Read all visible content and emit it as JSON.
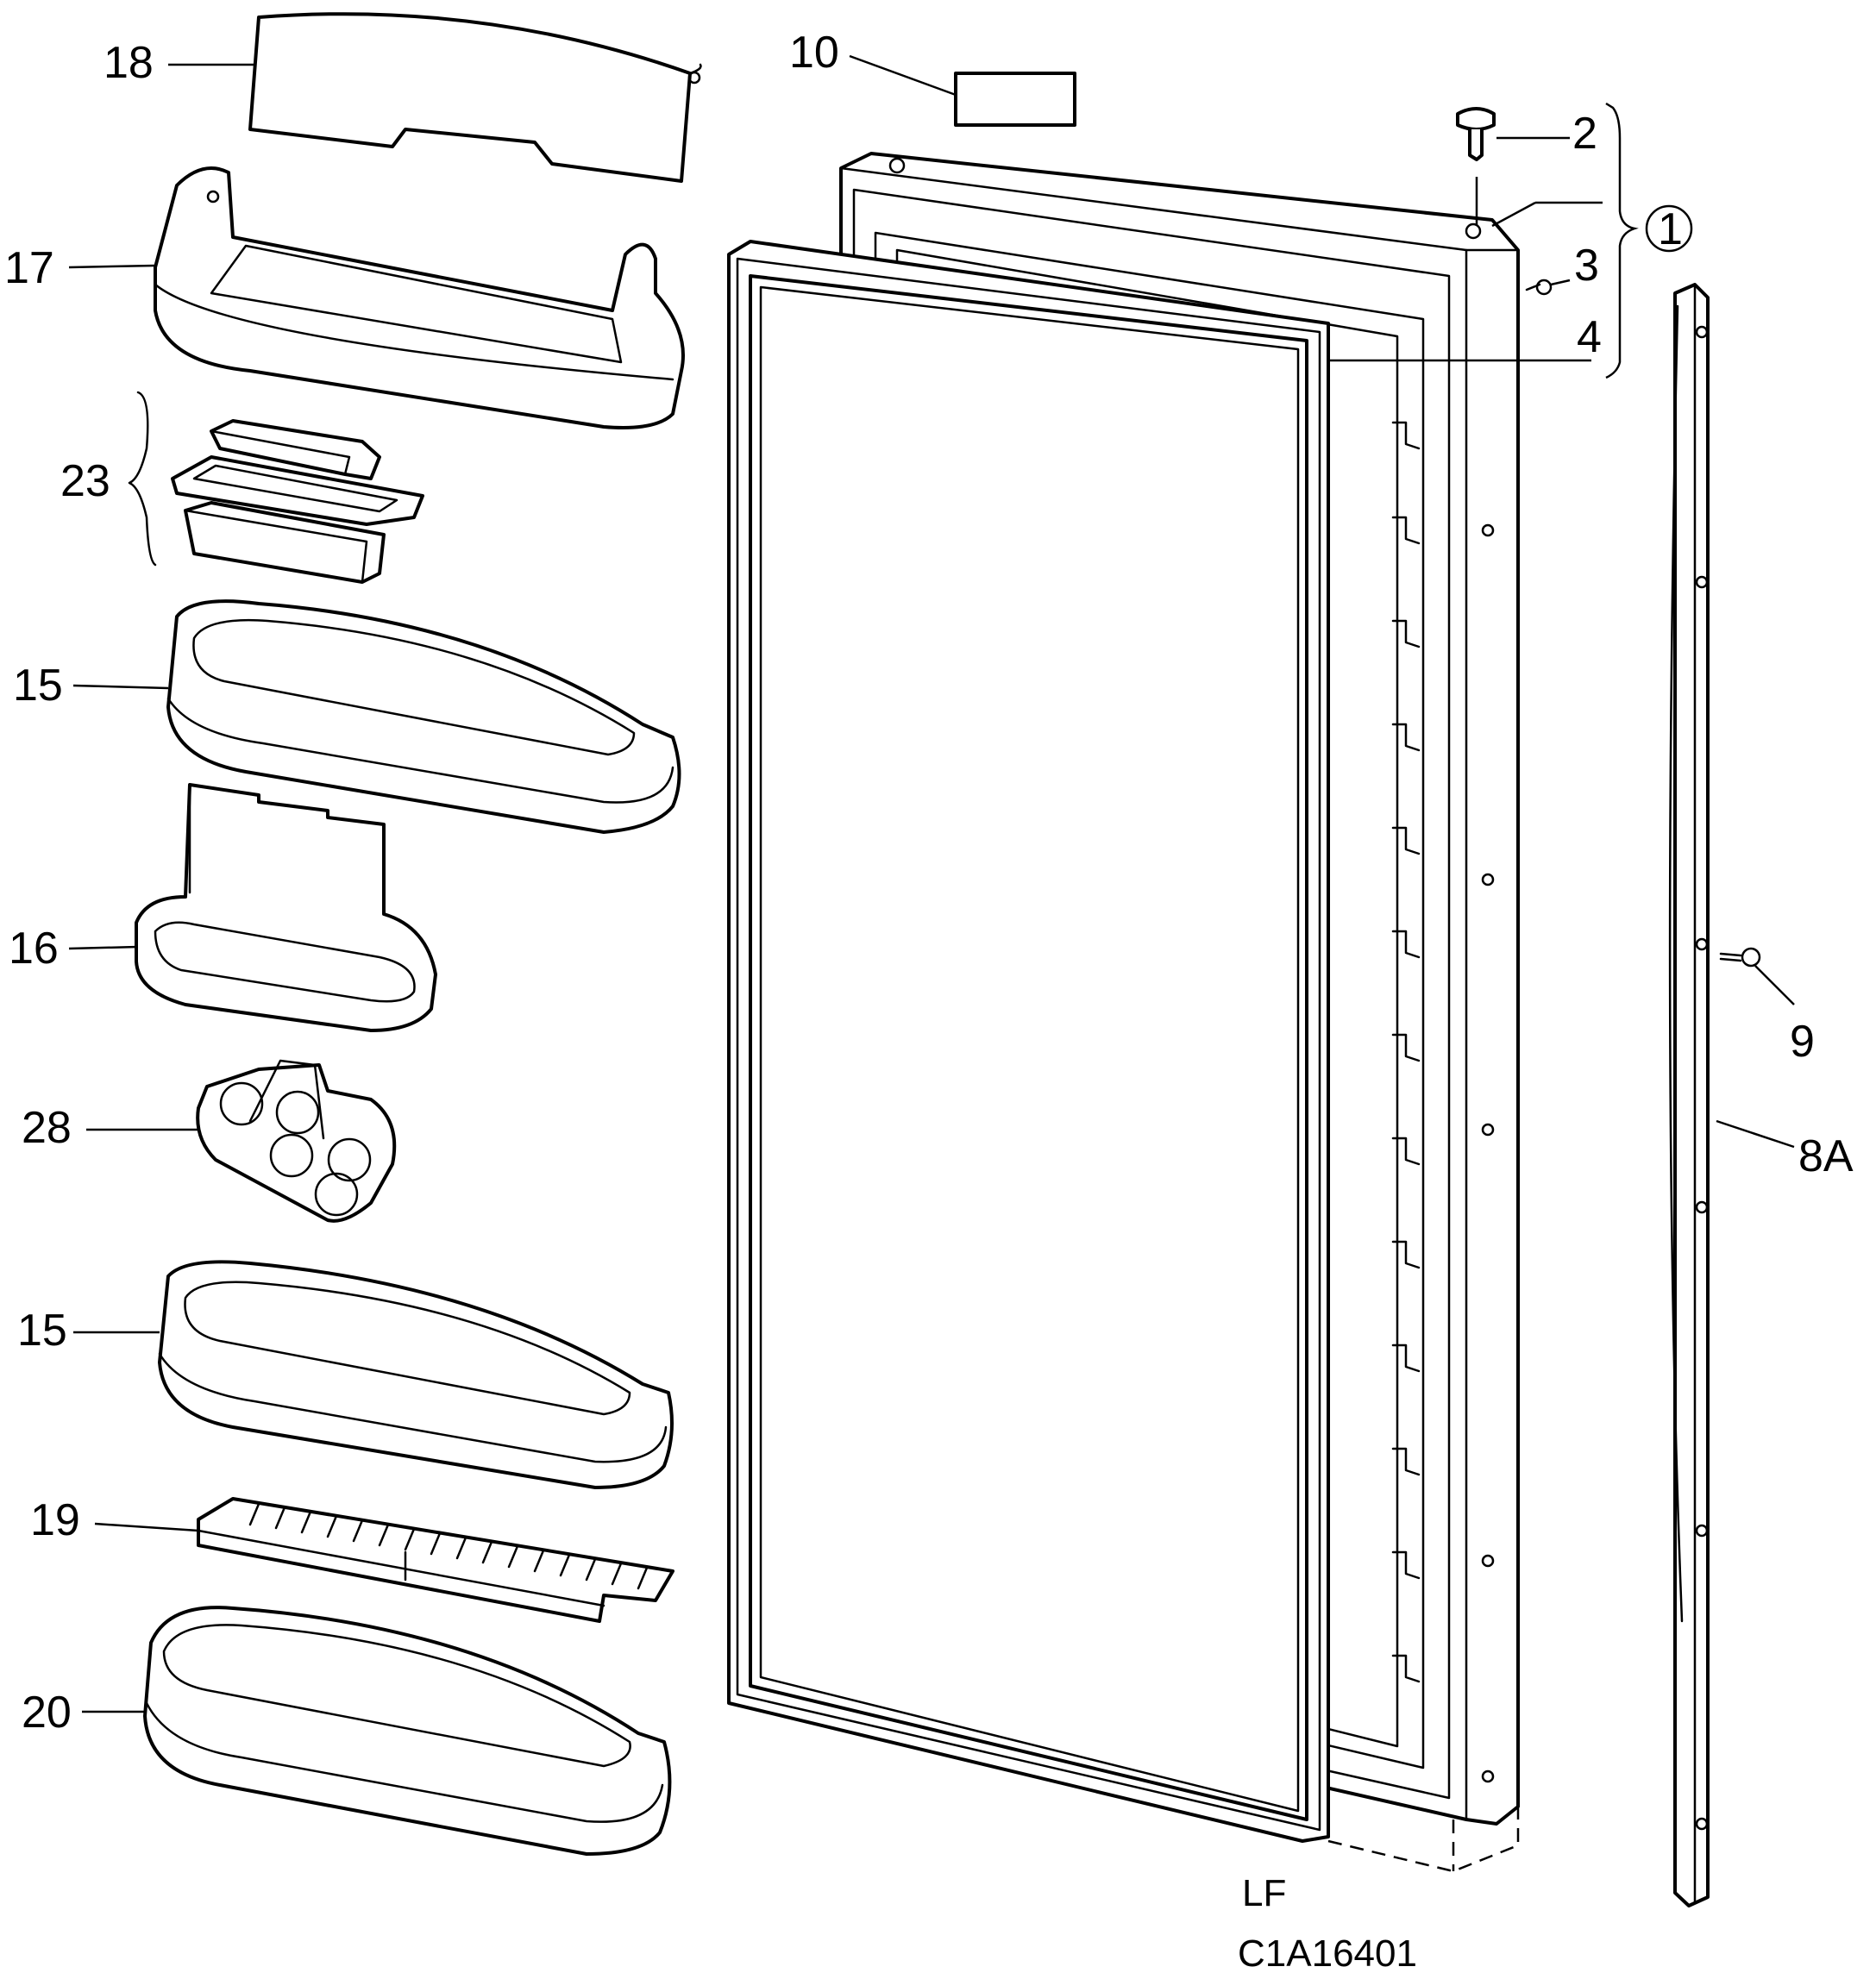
{
  "labels": {
    "p18": "18",
    "p17": "17",
    "p23": "23",
    "p15a": "15",
    "p16": "16",
    "p28": "28",
    "p15b": "15",
    "p19": "19",
    "p20": "20",
    "p10": "10",
    "p2": "2",
    "p1": "1",
    "p3": "3",
    "p4": "4",
    "p9": "9",
    "p8a": "8A"
  },
  "footer": {
    "side": "LF",
    "code": "C1A16401"
  }
}
